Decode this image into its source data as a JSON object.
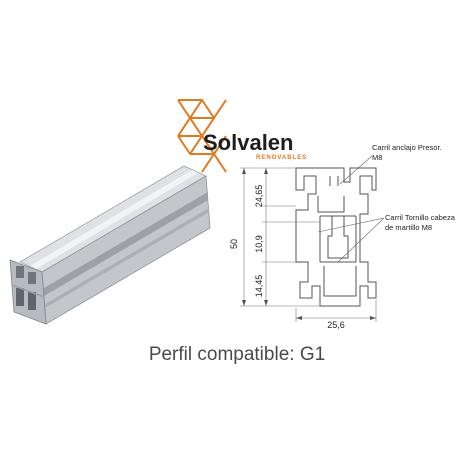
{
  "brand": {
    "name": "Solvalen",
    "tagline": "RENOVABLES",
    "accent_color": "#e07a1f"
  },
  "profile_render": {
    "description_icon": "aluminium-rail-3d-icon",
    "color": "#c9ccd0"
  },
  "dimensions": {
    "total_height": "50",
    "upper_channel": "24,65",
    "middle_channel": "10,9",
    "lower_channel": "14,45",
    "width": "25,6"
  },
  "callouts": {
    "upper_line1": "Carril anclajo Presor.",
    "upper_line2": "M8",
    "lower_line1": "Carril Tornillo cabeza",
    "lower_line2": "de martillo M8"
  },
  "caption": "Perfil compatible: G1"
}
